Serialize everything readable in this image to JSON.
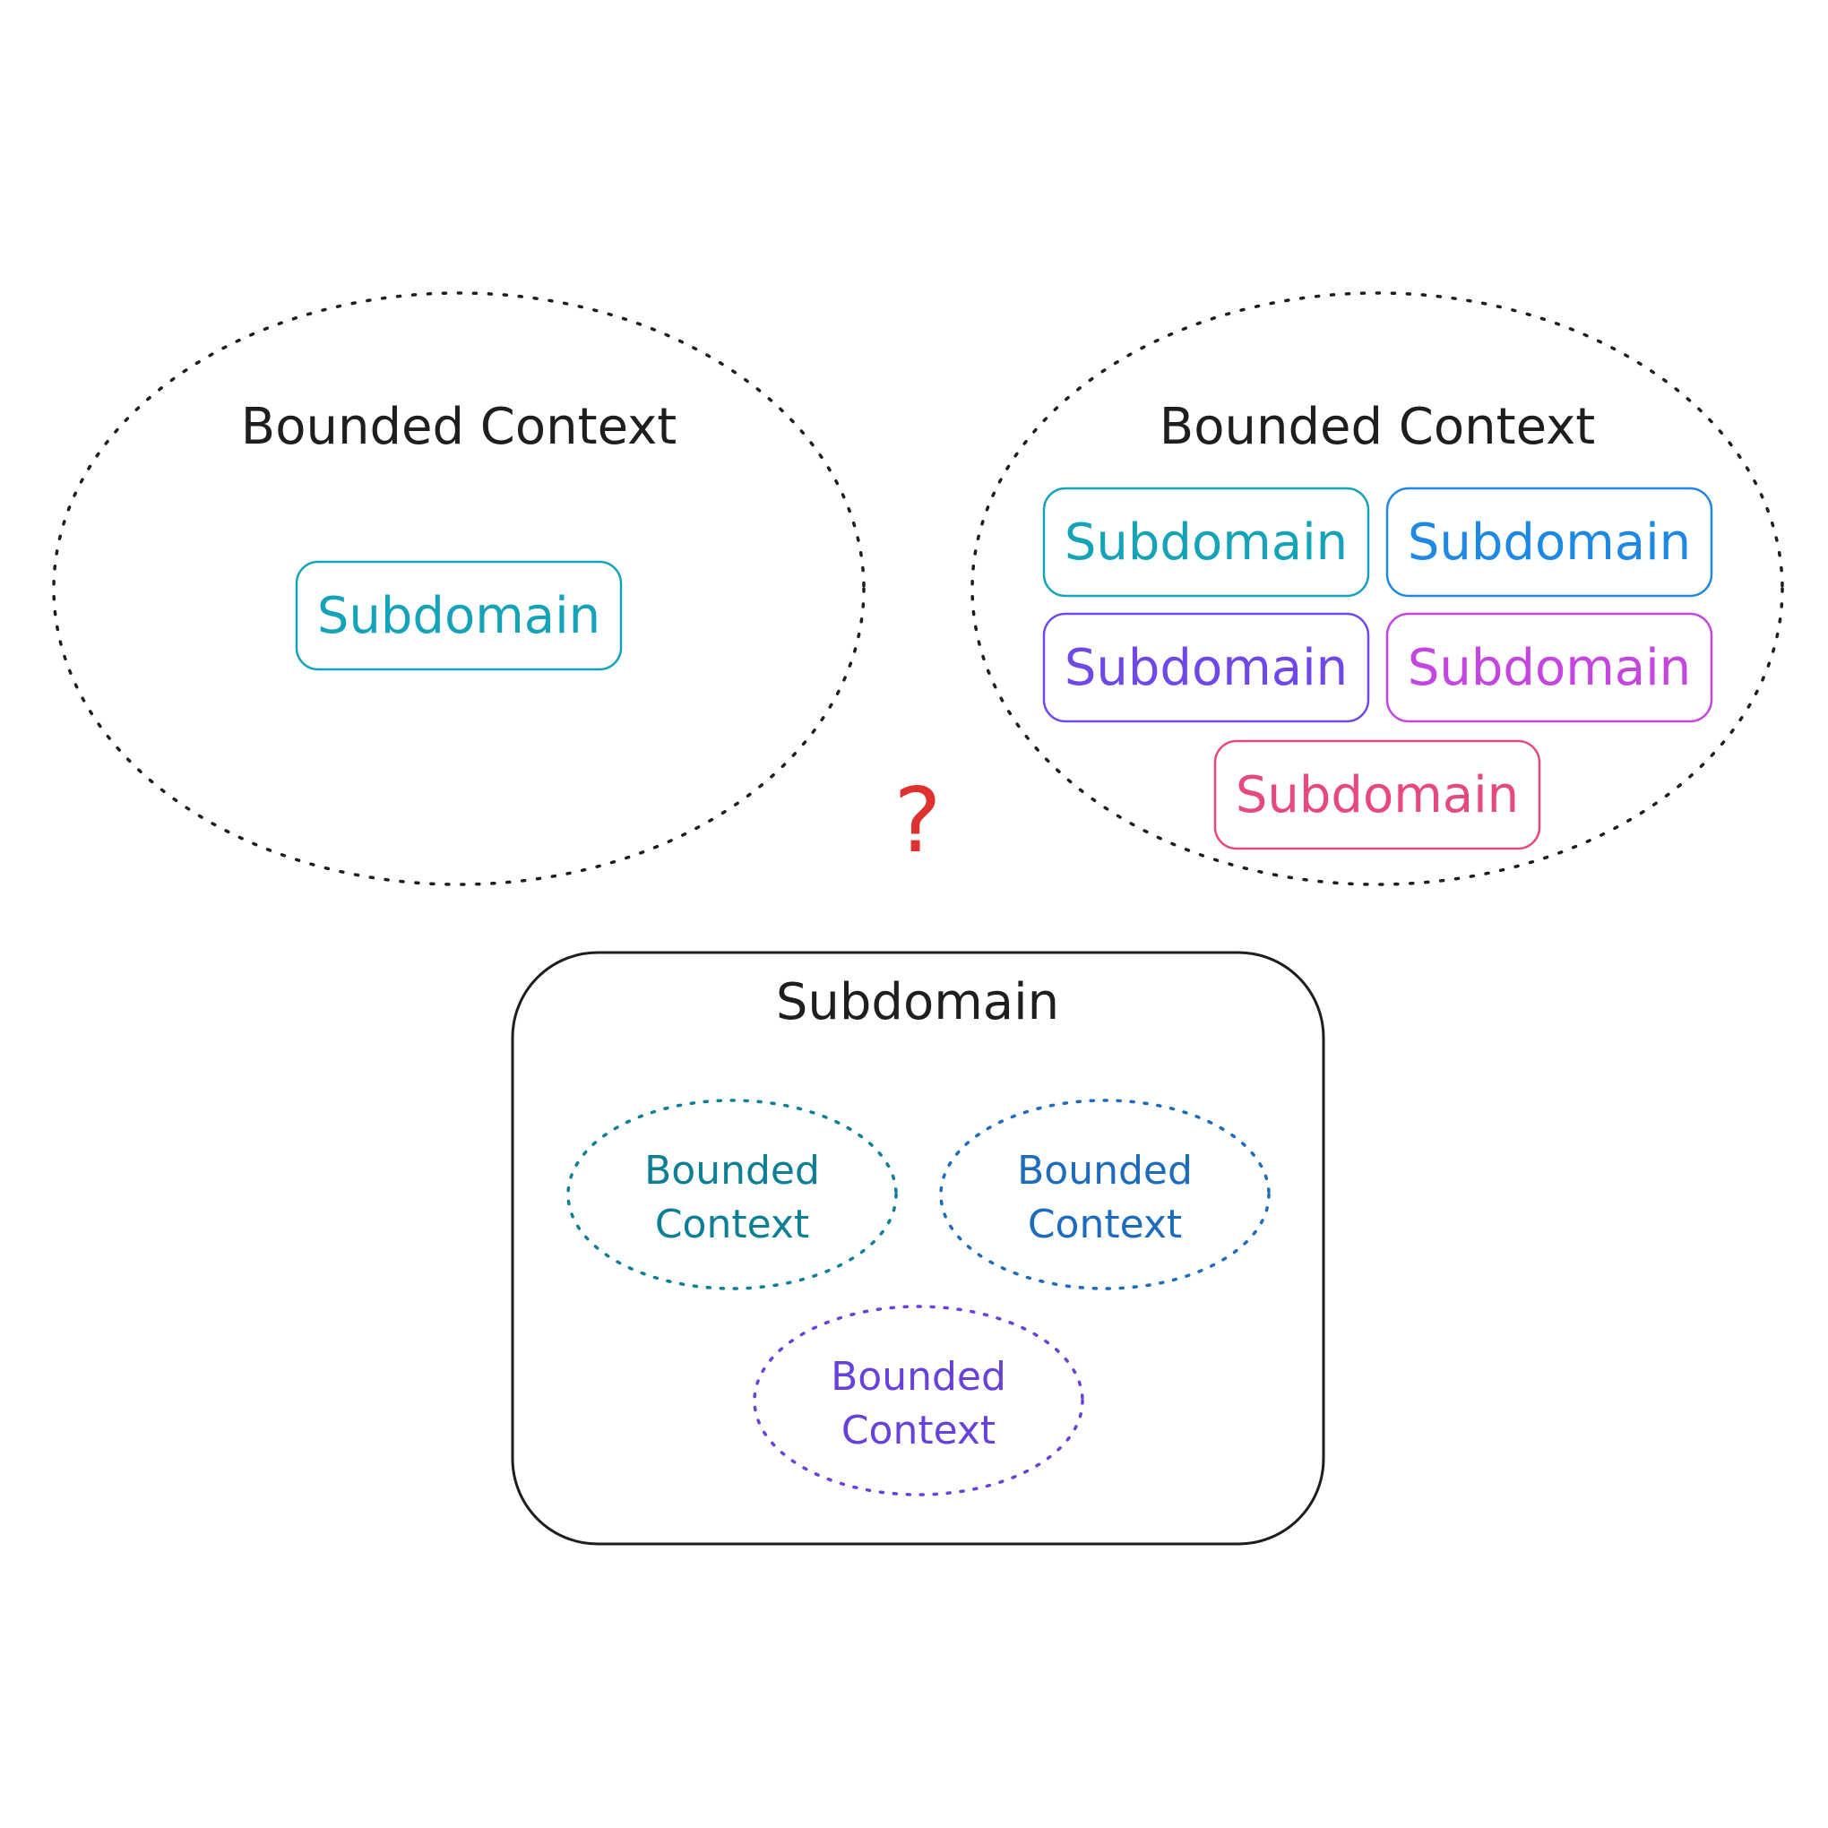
{
  "colors": {
    "dark": "#1e1e1e",
    "teal": "#14a3b8",
    "blue": "#1e88e5",
    "violet": "#7048e8",
    "magenta": "#c445e0",
    "pink": "#e64980",
    "red": "#e03131",
    "bc_teal": "#0c7e95",
    "bc_blue": "#1c6bbd",
    "bc_violet": "#6741d9"
  },
  "left_context": {
    "title": "Bounded Context",
    "subdomain": "Subdomain"
  },
  "right_context": {
    "title": "Bounded Context",
    "subdomains": [
      "Subdomain",
      "Subdomain",
      "Subdomain",
      "Subdomain",
      "Subdomain"
    ]
  },
  "question_mark": "?",
  "bottom_subdomain": {
    "title": "Subdomain",
    "contexts": [
      {
        "line1": "Bounded",
        "line2": "Context"
      },
      {
        "line1": "Bounded",
        "line2": "Context"
      },
      {
        "line1": "Bounded",
        "line2": "Context"
      }
    ]
  }
}
